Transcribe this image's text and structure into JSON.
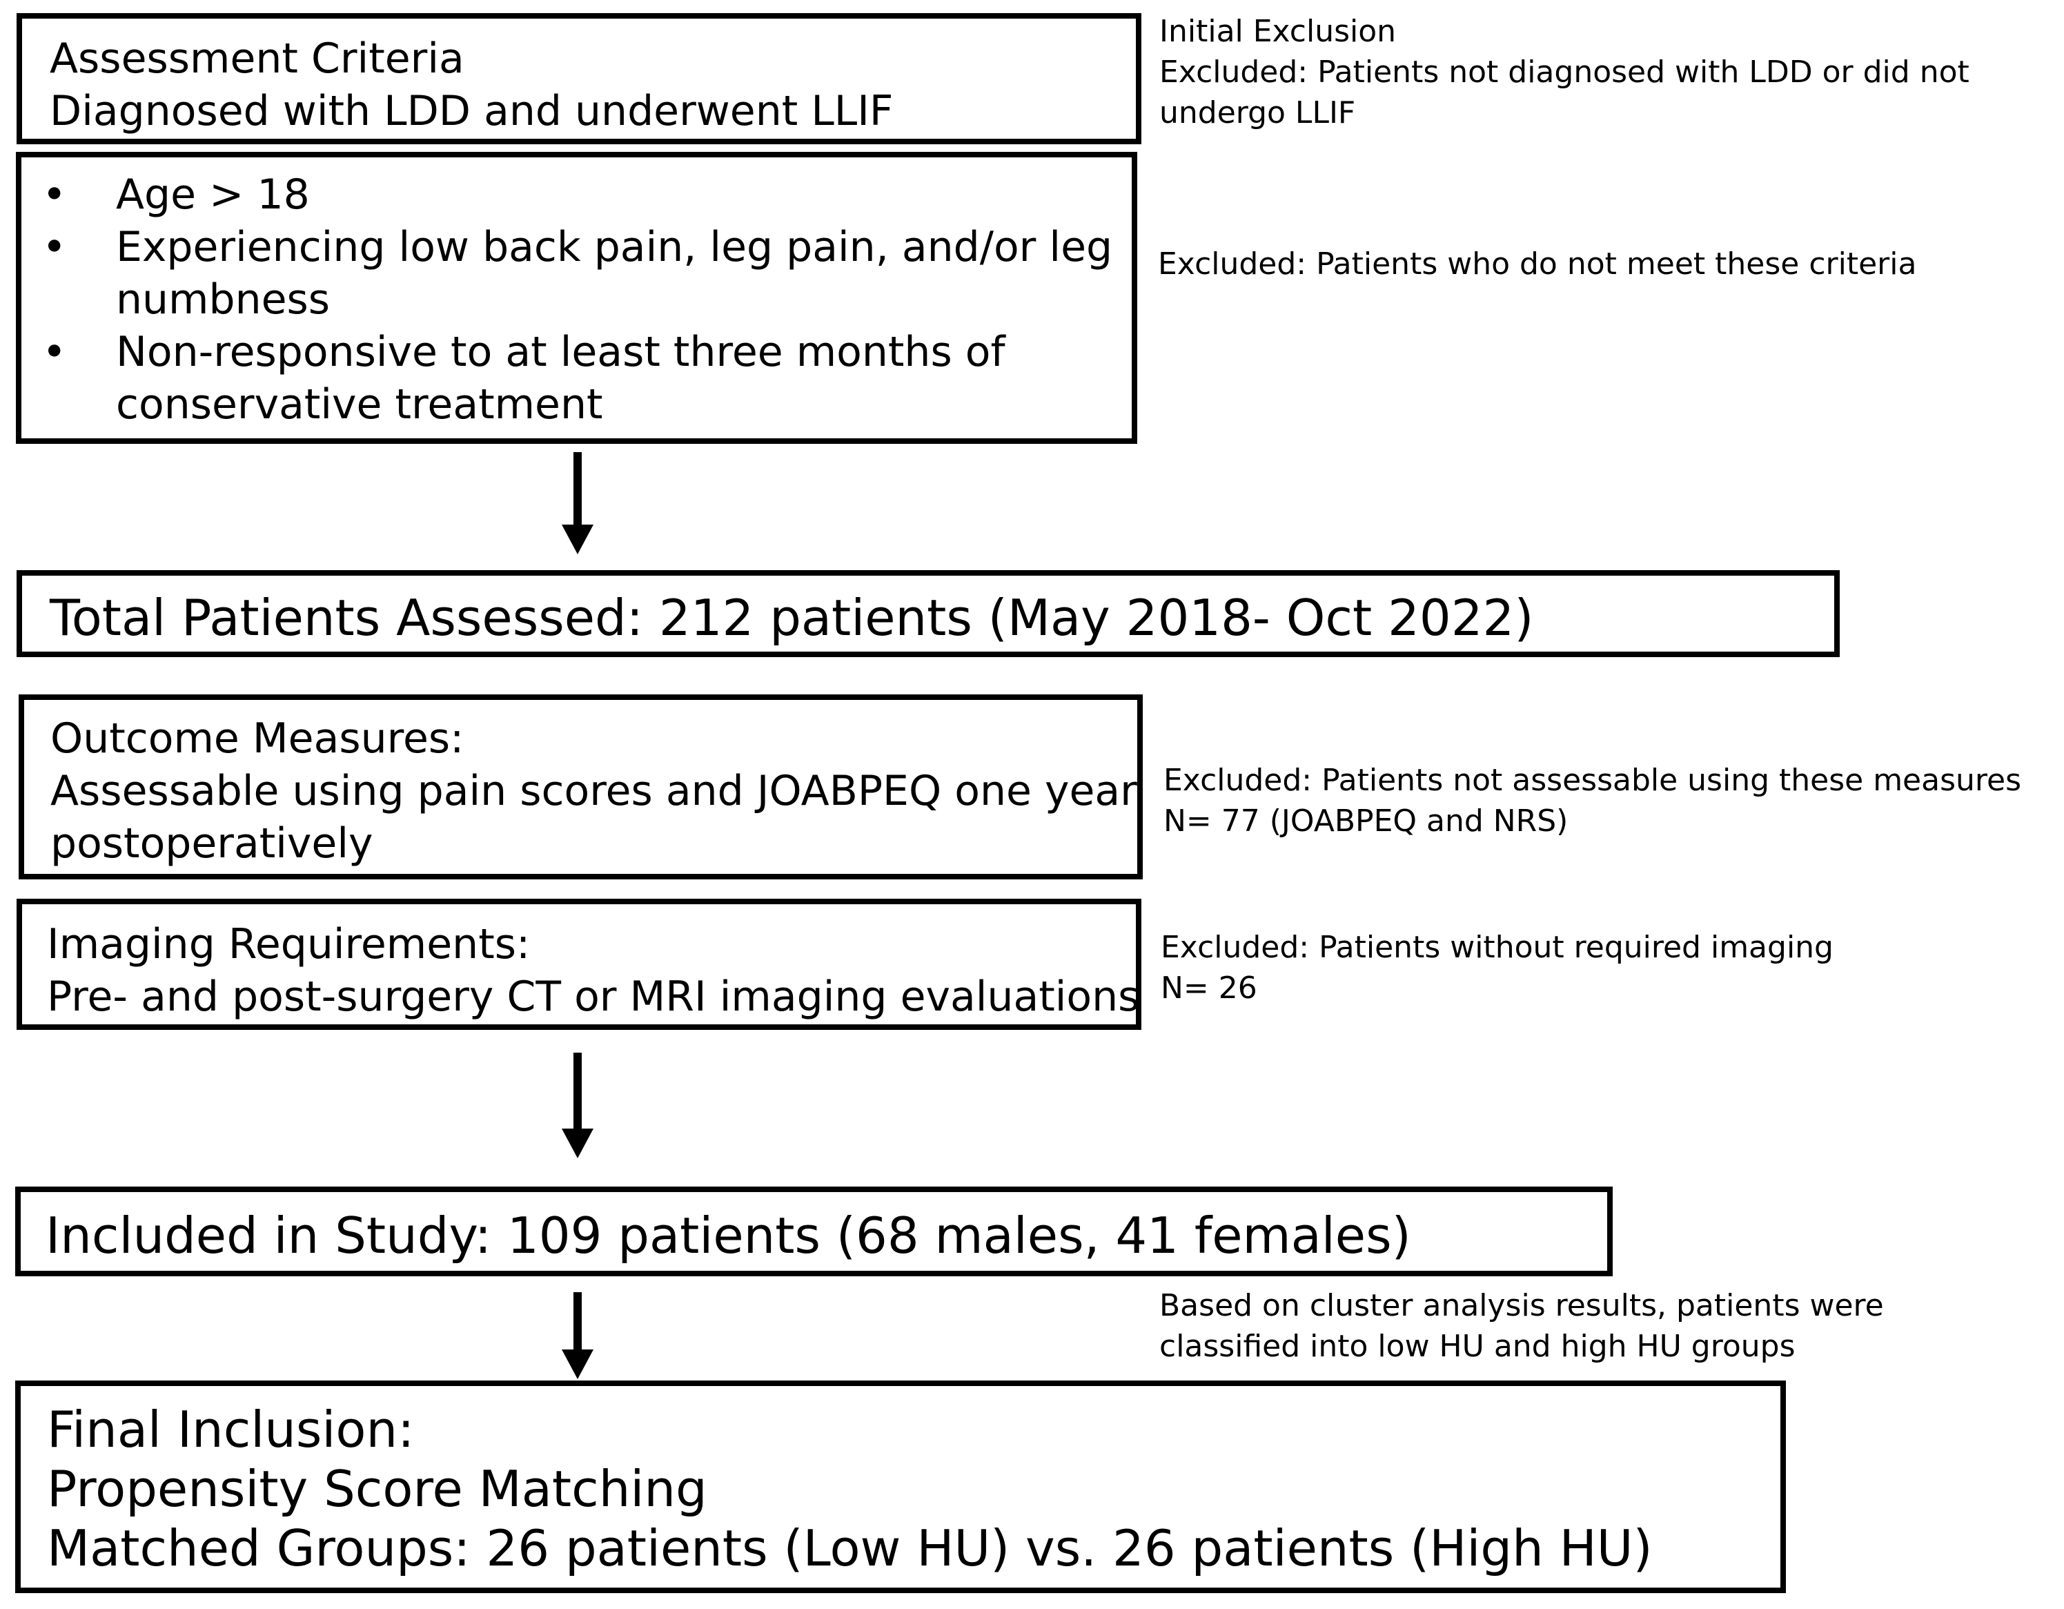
{
  "assessment": {
    "lines": [
      "Assessment Criteria",
      "Diagnosed with LDD and underwent LLIF"
    ]
  },
  "criteria": {
    "bullet": "•",
    "items": [
      "Age > 18",
      "Experiencing low back pain,  leg pain, and/or leg numbness",
      "Non-responsive to at least three months of conservative treatment"
    ]
  },
  "total": {
    "text": "Total Patients Assessed: 212 patients (May 2018- Oct 2022)"
  },
  "outcome": {
    "lines": [
      "Outcome Measures:",
      "Assessable using pain scores and JOABPEQ one year",
      "postoperatively"
    ]
  },
  "imaging": {
    "lines": [
      "Imaging Requirements:",
      "Pre- and post-surgery CT or MRI imaging evaluations"
    ]
  },
  "included": {
    "text": "Included in Study: 109 patients  (68 males, 41 females)"
  },
  "final": {
    "lines": [
      "Final Inclusion:",
      "Propensity Score Matching",
      "Matched Groups: 26 patients (Low HU) vs. 26 patients (High HU)"
    ]
  },
  "notes": {
    "initial": [
      "Initial Exclusion",
      "Excluded: Patients not diagnosed with LDD or did not",
      "undergo LLIF"
    ],
    "criteria": [
      "Excluded: Patients who do not meet these criteria"
    ],
    "outcome": [
      "Excluded: Patients not assessable using these measures",
      "N= 77 (JOABPEQ and NRS)"
    ],
    "imaging": [
      "Excluded: Patients without required imaging",
      "N= 26"
    ],
    "cluster": [
      "Based on cluster analysis results, patients were",
      "classified into low HU and high HU groups"
    ]
  }
}
